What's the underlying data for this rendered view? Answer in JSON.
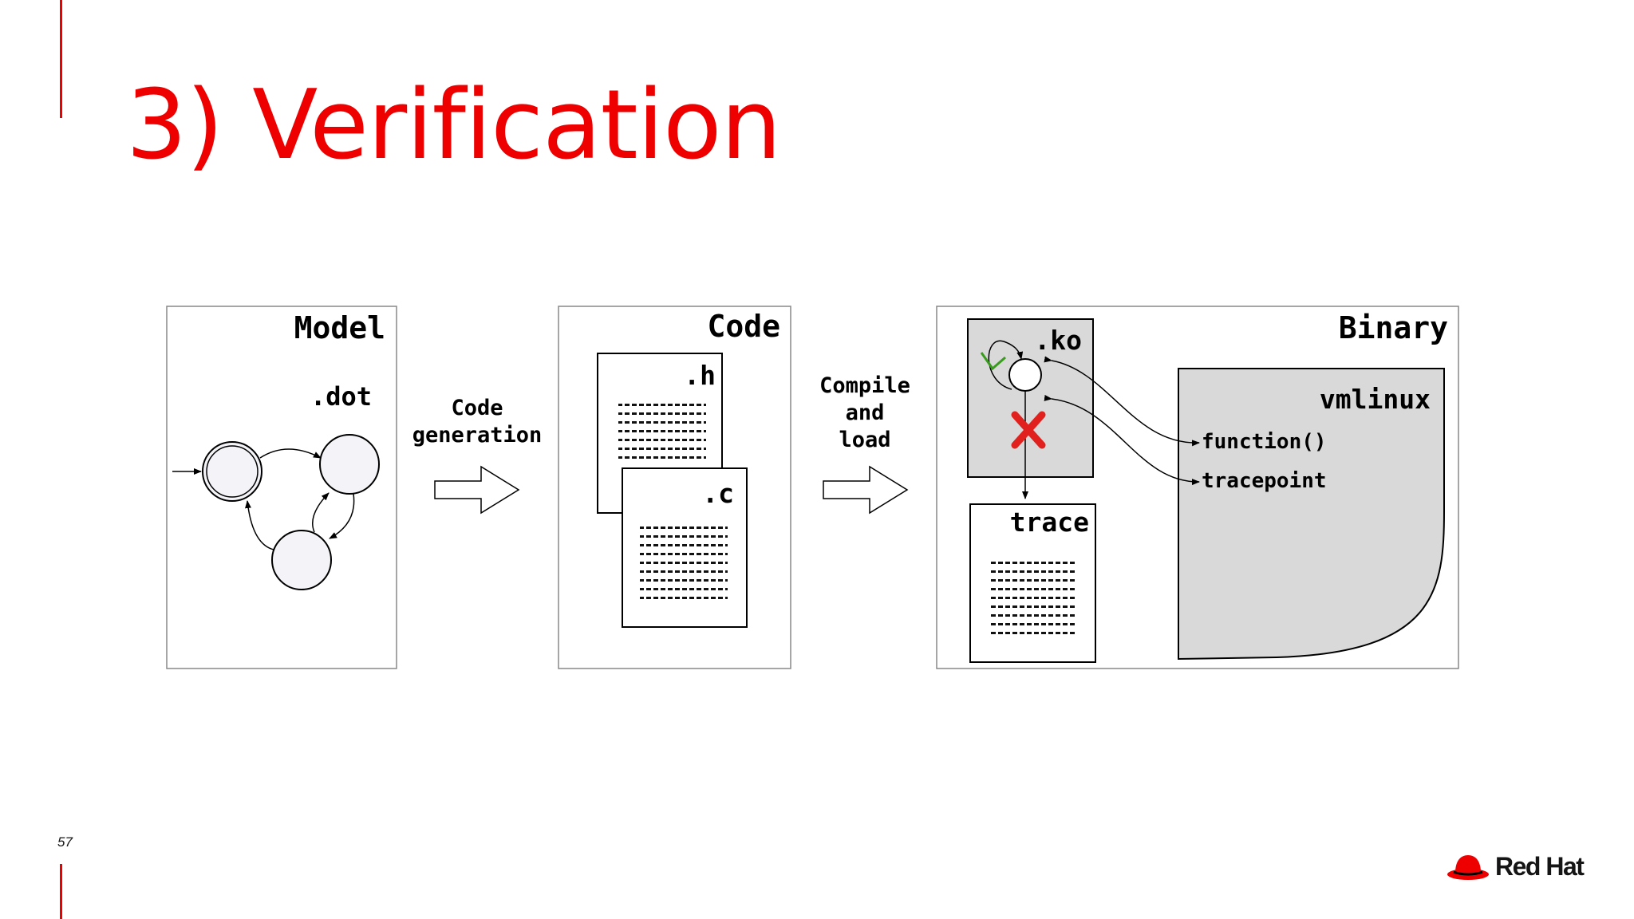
{
  "slide": {
    "title": "3) Verification",
    "page_number": "57",
    "logo_text": "Red Hat",
    "accent_color": "#ee0000"
  },
  "diagram": {
    "model": {
      "title": "Model",
      "file": ".dot"
    },
    "arrow_1": {
      "line_1": "Code",
      "line_2": "generation"
    },
    "code": {
      "title": "Code",
      "file_h": ".h",
      "file_c": ".c"
    },
    "arrow_2": {
      "line_1": "Compile",
      "line_2": "and",
      "line_3": "load"
    },
    "binary": {
      "title": "Binary",
      "module": ".ko",
      "trace": "trace",
      "vmlinux": "vmlinux",
      "function": "function()",
      "tracepoint": "tracepoint"
    }
  }
}
